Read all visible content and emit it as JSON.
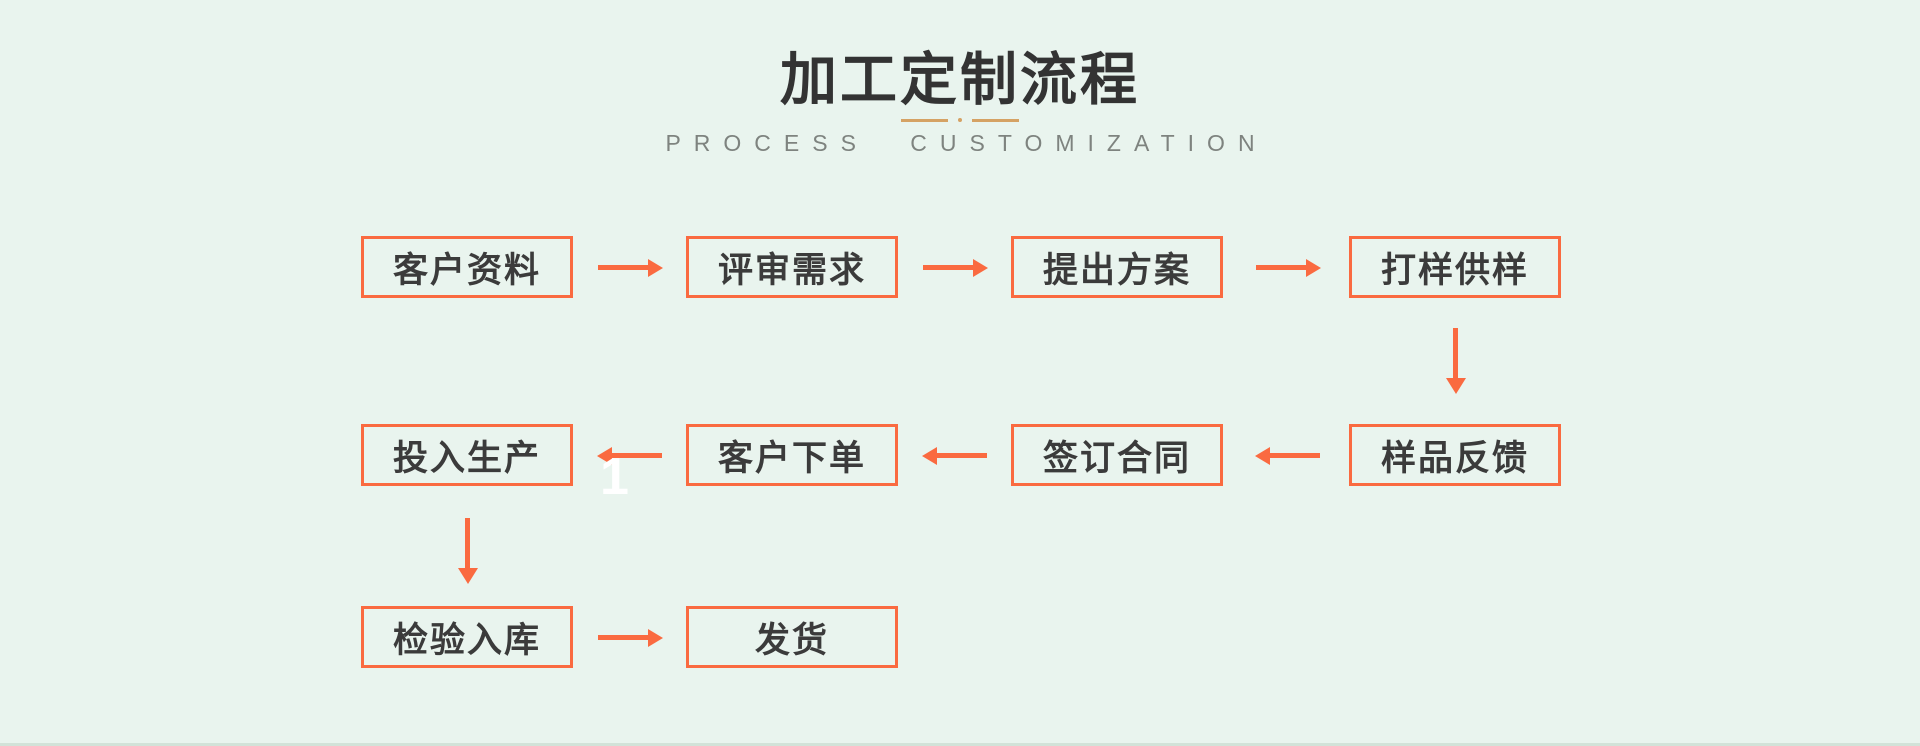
{
  "colors": {
    "background": "#e9f4ee",
    "accent": "#fa6a40",
    "gold": "#d5a264",
    "title_text": "#333333",
    "subtitle_text": "#7e837f",
    "box_text": "#3b3b3b"
  },
  "header": {
    "title": "加工定制流程",
    "subtitle": "PROCESS CUSTOMIZATION"
  },
  "flow": {
    "rows": [
      {
        "direction": "right",
        "steps": [
          "客户资料",
          "评审需求",
          "提出方案",
          "打样供样"
        ]
      },
      {
        "direction": "left",
        "steps": [
          "投入生产",
          "客户下单",
          "签订合同",
          "样品反馈"
        ]
      },
      {
        "direction": "right",
        "steps": [
          "检验入库",
          "发货"
        ]
      }
    ],
    "connections": [
      {
        "from": "客户资料",
        "to": "评审需求"
      },
      {
        "from": "评审需求",
        "to": "提出方案"
      },
      {
        "from": "提出方案",
        "to": "打样供样"
      },
      {
        "from": "打样供样",
        "to": "样品反馈"
      },
      {
        "from": "样品反馈",
        "to": "签订合同"
      },
      {
        "from": "签订合同",
        "to": "客户下单"
      },
      {
        "from": "客户下单",
        "to": "投入生产"
      },
      {
        "from": "投入生产",
        "to": "检验入库"
      },
      {
        "from": "检验入库",
        "to": "发货"
      }
    ]
  },
  "watermark": {
    "text": "1"
  }
}
